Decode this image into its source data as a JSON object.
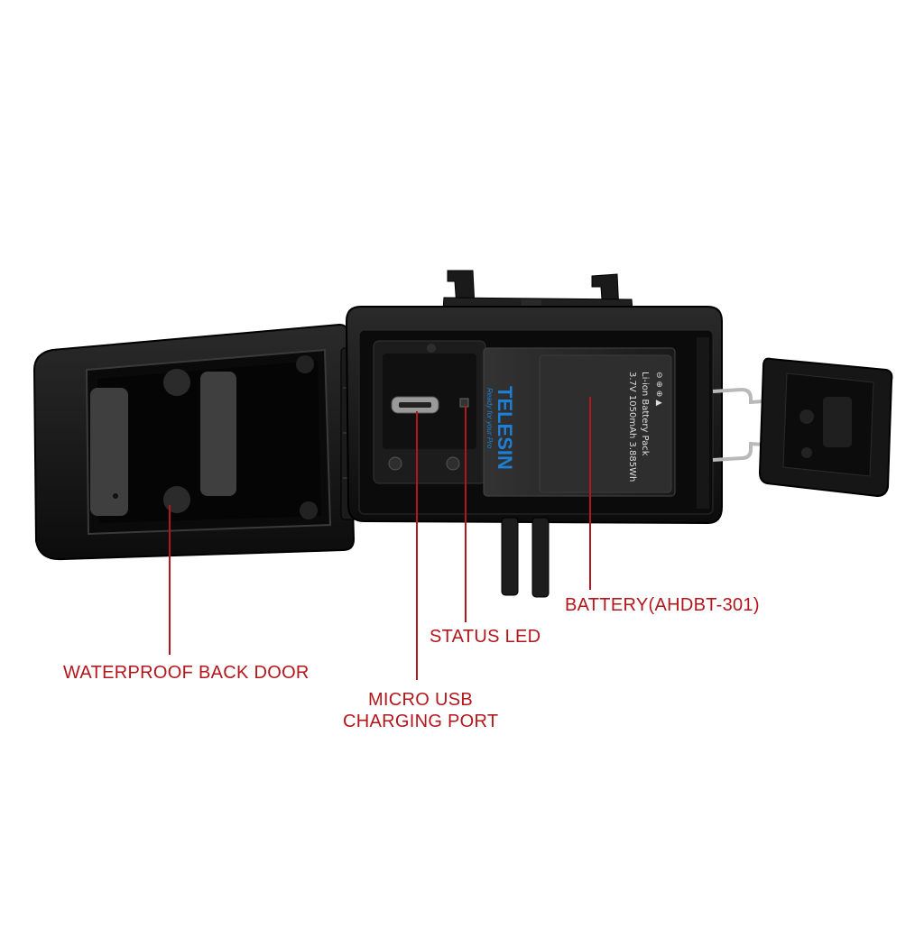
{
  "diagram": {
    "callouts": {
      "back_door": "WATERPROOF BACK DOOR",
      "usb_line1": "MICRO USB",
      "usb_line2": "CHARGING PORT",
      "status_led": "STATUS LED",
      "battery": "BATTERY(AHDBT-301)"
    },
    "battery_pack": {
      "brand": "TELESIN",
      "tagline": "Ready for your Pro",
      "spec_line1": "Li-ion Battery Pack",
      "spec_line2": "3.7V 1050mAh 3.885Wh",
      "polarity": "⊖ ⊕ ⊕ ▲"
    },
    "colors": {
      "callout": "#b3161b",
      "housing": "#151515",
      "brand": "#1e7fd6"
    }
  }
}
